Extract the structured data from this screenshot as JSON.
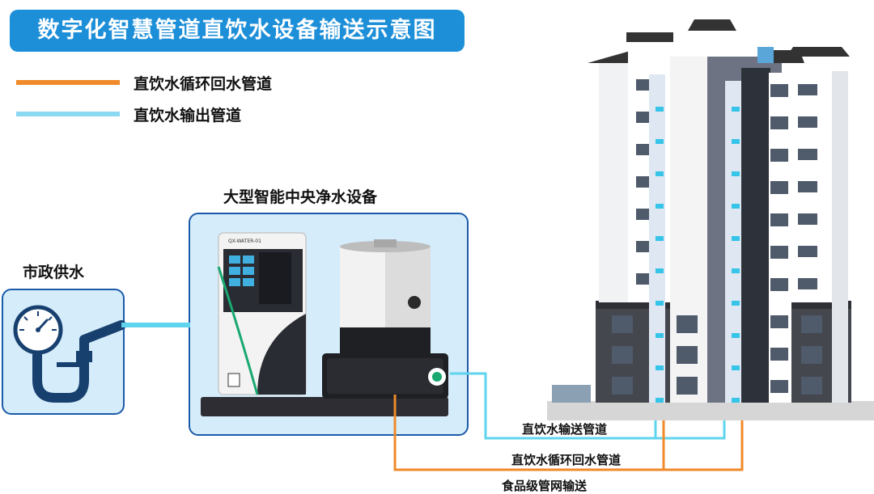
{
  "title": "数字化智慧管道直饮水设备输送示意图",
  "legend": [
    {
      "label": "直饮水循环回水管道",
      "color": "#f08a2a"
    },
    {
      "label": "直饮水输出管道",
      "color": "#8ad8f2"
    }
  ],
  "labels": {
    "equipment": "大型智能中央净水设备",
    "municipal": "市政供水",
    "output_pipe": "直饮水输送管道",
    "return_pipe": "直饮水循环回水管道",
    "network": "食品级管网输送"
  },
  "device": {
    "model": "QX-WATER-01"
  },
  "colors": {
    "banner": "#1d8fd8",
    "orange": "#f08a2a",
    "cyan": "#5fd4ee",
    "box_border": "#1b5aa8",
    "box_fill": "#d5ecfa"
  }
}
